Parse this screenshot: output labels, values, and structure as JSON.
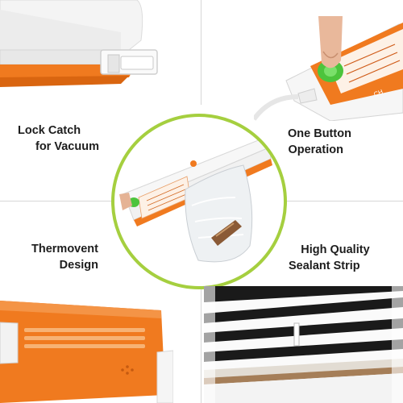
{
  "features": [
    {
      "id": "lock-catch",
      "lines": [
        "Lock Catch",
        "for Vacuum"
      ]
    },
    {
      "id": "one-button",
      "lines": [
        "One Button",
        "Operation"
      ]
    },
    {
      "id": "thermovent",
      "lines": [
        "Thermovent",
        "Design"
      ]
    },
    {
      "id": "sealant-strip",
      "lines": [
        "High Quality",
        "Sealant Strip"
      ]
    }
  ],
  "device_panel": {
    "code": "CH"
  },
  "colors": {
    "accent_orange": "#f07a1f",
    "accent_green": "#4cc43c",
    "circle_border": "#a5cf3f",
    "device_white": "#f6f6f6",
    "gasket_black": "#1a1a1a"
  },
  "icons": [
    "finger-press-icon",
    "power-button-icon",
    "vent-grille-icon"
  ]
}
